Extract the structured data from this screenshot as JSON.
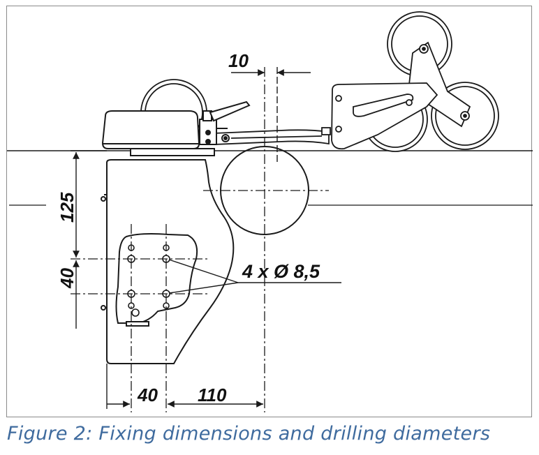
{
  "figure": {
    "dimensions": {
      "top_offset": "10",
      "vertical_height": "125",
      "vertical_spacing": "40",
      "horizontal_spacing": "40",
      "horizontal_distance": "110",
      "holes_callout": "4 x Ø 8,5"
    },
    "caption": "Figure 2: Fixing dimensions and drilling diameters"
  },
  "colors": {
    "line": "#1a1a1a",
    "caption": "#3f6b9e",
    "frame": "#8a8a8a"
  }
}
